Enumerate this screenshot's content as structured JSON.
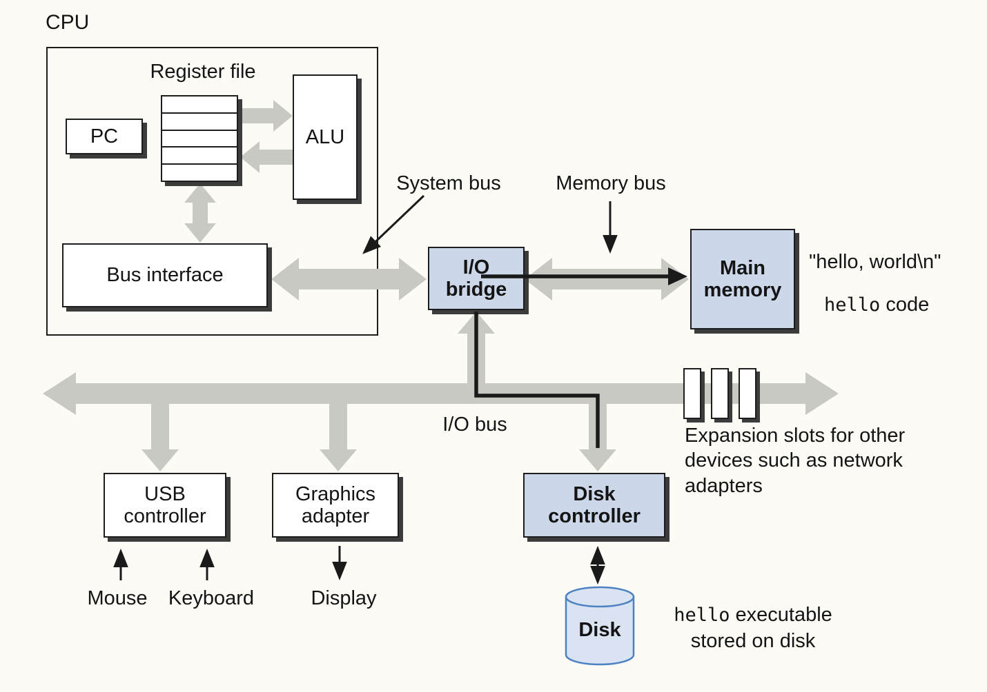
{
  "colors": {
    "background": "#fcfbf6",
    "box_fill": "#fefefe",
    "box_border": "#1c1c1c",
    "blue_fill": "#ccd7e9",
    "bus_gray": "#c8c9c3",
    "line_black": "#1a1a1a",
    "shadow": "#3c3c3c",
    "disk_fill": "#dae3f1",
    "disk_stroke": "#4d82c2",
    "text_color": "#141414"
  },
  "cpu": {
    "label": "CPU",
    "register_file": "Register file",
    "pc": "PC",
    "alu": "ALU",
    "bus_interface": "Bus interface"
  },
  "buses": {
    "system": "System bus",
    "memory": "Memory bus",
    "io": "I/O bus"
  },
  "boxes": {
    "io_bridge": {
      "line1": "I/O",
      "line2": "bridge"
    },
    "main_memory": {
      "line1": "Main",
      "line2": "memory"
    },
    "usb_controller": {
      "line1": "USB",
      "line2": "controller"
    },
    "graphics_adapter": {
      "line1": "Graphics",
      "line2": "adapter"
    },
    "disk_controller": {
      "line1": "Disk",
      "line2": "controller"
    },
    "disk": "Disk"
  },
  "peripherals": {
    "mouse": "Mouse",
    "keyboard": "Keyboard",
    "display": "Display"
  },
  "annotations": {
    "hello_world": "\"hello, world\\n\"",
    "hello_code": {
      "mono": "hello",
      "rest": " code"
    },
    "expansion_slots": "Expansion slots for other devices such as network adapters",
    "hello_executable": {
      "mono": "hello",
      "rest": " executable",
      "line2": "stored on disk"
    }
  }
}
